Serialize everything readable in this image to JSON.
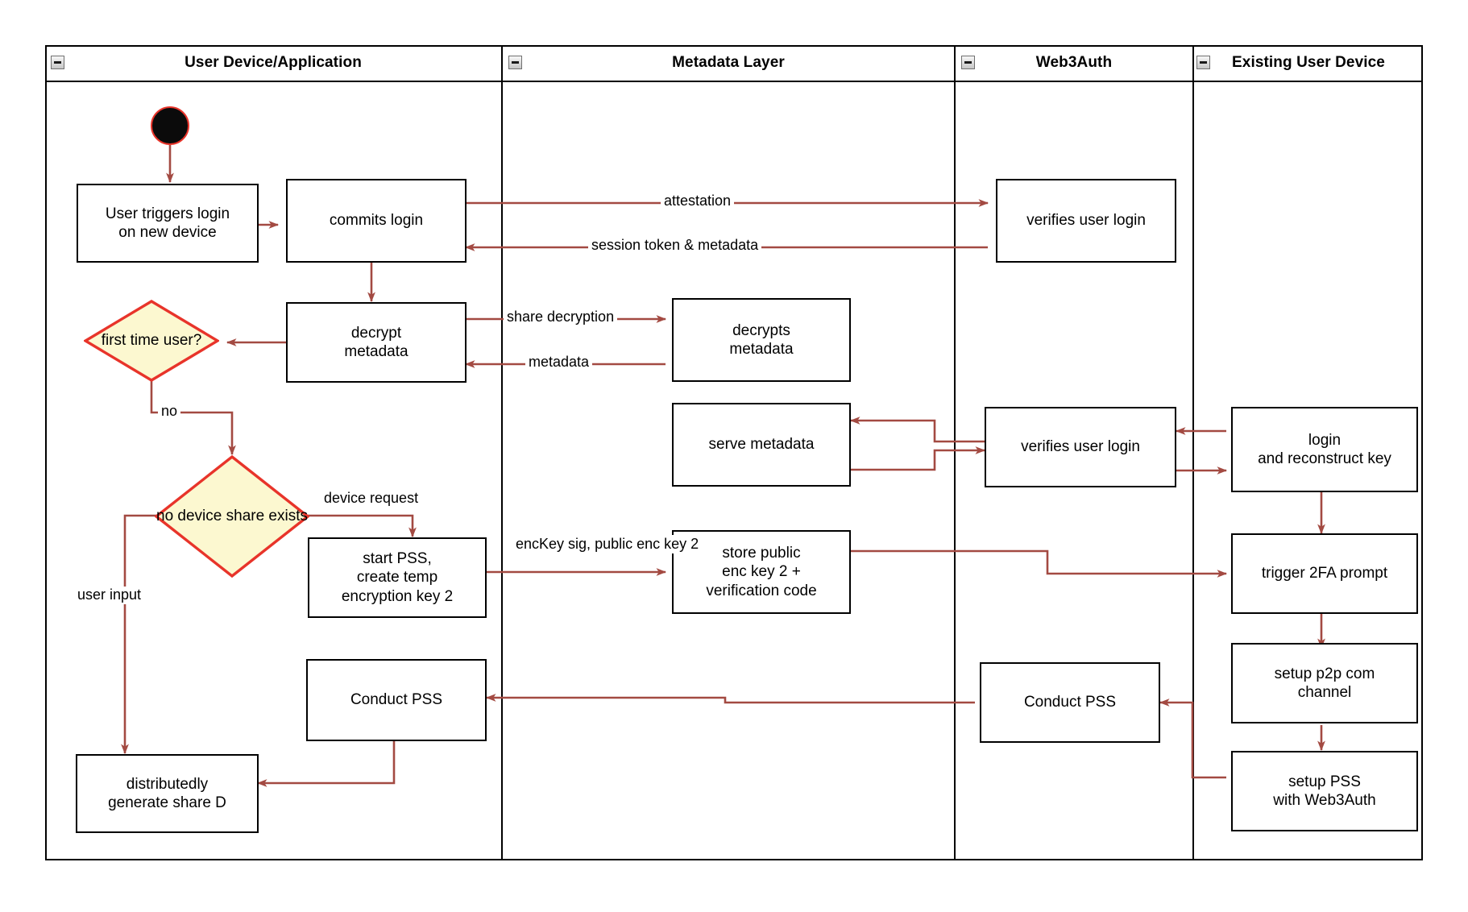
{
  "diagram": {
    "type": "uml-activity-swimlane",
    "colors": {
      "edge": "#a34a42",
      "node_border": "#000000",
      "decision_fill": "#fcf8d0",
      "decision_border": "#e8342a",
      "start_fill": "#0b0b0b",
      "start_border": "#e8342a",
      "lane_border": "#000000",
      "background": "#ffffff"
    },
    "lanes": [
      {
        "id": "user-device",
        "title": "User Device/Application"
      },
      {
        "id": "metadata-layer",
        "title": "Metadata Layer"
      },
      {
        "id": "web3auth",
        "title": "Web3Auth"
      },
      {
        "id": "existing-user-device",
        "title": "Existing User Device"
      }
    ],
    "icons": {
      "collapse": "minus-icon"
    },
    "nodes": [
      {
        "id": "start",
        "lane": "user-device",
        "kind": "initial",
        "label": ""
      },
      {
        "id": "user-triggers-login",
        "lane": "user-device",
        "kind": "action",
        "lines": [
          "User triggers login",
          "on new device"
        ]
      },
      {
        "id": "commits-login",
        "lane": "user-device",
        "kind": "action",
        "lines": [
          "commits login"
        ]
      },
      {
        "id": "decrypt-metadata",
        "lane": "user-device",
        "kind": "action",
        "lines": [
          "decrypt",
          "metadata"
        ]
      },
      {
        "id": "first-time-user",
        "lane": "user-device",
        "kind": "decision",
        "lines": [
          "first time",
          "user?"
        ]
      },
      {
        "id": "no-device-share-exists",
        "lane": "user-device",
        "kind": "decision",
        "lines": [
          "no device",
          "share exists"
        ]
      },
      {
        "id": "start-pss",
        "lane": "user-device",
        "kind": "action",
        "lines": [
          "start PSS,",
          "create temp",
          "encryption key 2"
        ]
      },
      {
        "id": "conduct-pss-user",
        "lane": "user-device",
        "kind": "action",
        "lines": [
          "Conduct PSS"
        ]
      },
      {
        "id": "distributedly-generate-share-d",
        "lane": "user-device",
        "kind": "action",
        "lines": [
          "distributedly",
          "generate share D"
        ]
      },
      {
        "id": "decrypts-metadata",
        "lane": "metadata-layer",
        "kind": "action",
        "lines": [
          "decrypts",
          "metadata"
        ]
      },
      {
        "id": "serve-metadata",
        "lane": "metadata-layer",
        "kind": "action",
        "lines": [
          "serve metadata"
        ]
      },
      {
        "id": "store-public-enc-key",
        "lane": "metadata-layer",
        "kind": "action",
        "lines": [
          "store public",
          "enc key 2 +",
          "verification code"
        ]
      },
      {
        "id": "verifies-user-login-1",
        "lane": "web3auth",
        "kind": "action",
        "lines": [
          "verifies user login"
        ]
      },
      {
        "id": "verifies-user-login-2",
        "lane": "web3auth",
        "kind": "action",
        "lines": [
          "verifies user login"
        ]
      },
      {
        "id": "conduct-pss-web3auth",
        "lane": "web3auth",
        "kind": "action",
        "lines": [
          "Conduct PSS"
        ]
      },
      {
        "id": "login-reconstruct-key",
        "lane": "existing-user-device",
        "kind": "action",
        "lines": [
          "login",
          "and reconstruct key"
        ]
      },
      {
        "id": "trigger-2fa-prompt",
        "lane": "existing-user-device",
        "kind": "action",
        "lines": [
          "trigger 2FA prompt"
        ]
      },
      {
        "id": "setup-p2p-com-channel",
        "lane": "existing-user-device",
        "kind": "action",
        "lines": [
          "setup p2p com",
          "channel"
        ]
      },
      {
        "id": "setup-pss-with-web3auth",
        "lane": "existing-user-device",
        "kind": "action",
        "lines": [
          "setup PSS",
          "with Web3Auth"
        ]
      }
    ],
    "edge_labels": [
      {
        "id": "attestation",
        "text": "attestation"
      },
      {
        "id": "session-token-metadata",
        "text": "session token & metadata"
      },
      {
        "id": "share-decryption",
        "text": "share decryption"
      },
      {
        "id": "metadata",
        "text": "metadata"
      },
      {
        "id": "no",
        "text": "no"
      },
      {
        "id": "device-request",
        "text": "device request"
      },
      {
        "id": "user-input",
        "text": "user input"
      },
      {
        "id": "enckey-sig",
        "line1": "encKey sig,",
        "line2": "public enc key 2"
      }
    ]
  }
}
